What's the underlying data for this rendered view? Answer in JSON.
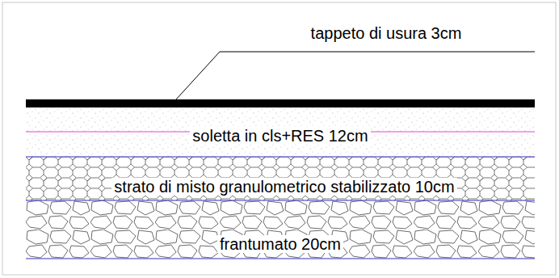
{
  "diagram": {
    "nodes": [
      {
        "text": [
          "tappeto di usura 3cm"
        ]
      },
      {
        "text": [
          "soletta in cls+RES 12cm"
        ]
      },
      {
        "text": [
          "strato di misto granulometrico stabilizzato 10cm"
        ]
      },
      {
        "text": [
          "frantumato 20cm"
        ]
      }
    ]
  }
}
